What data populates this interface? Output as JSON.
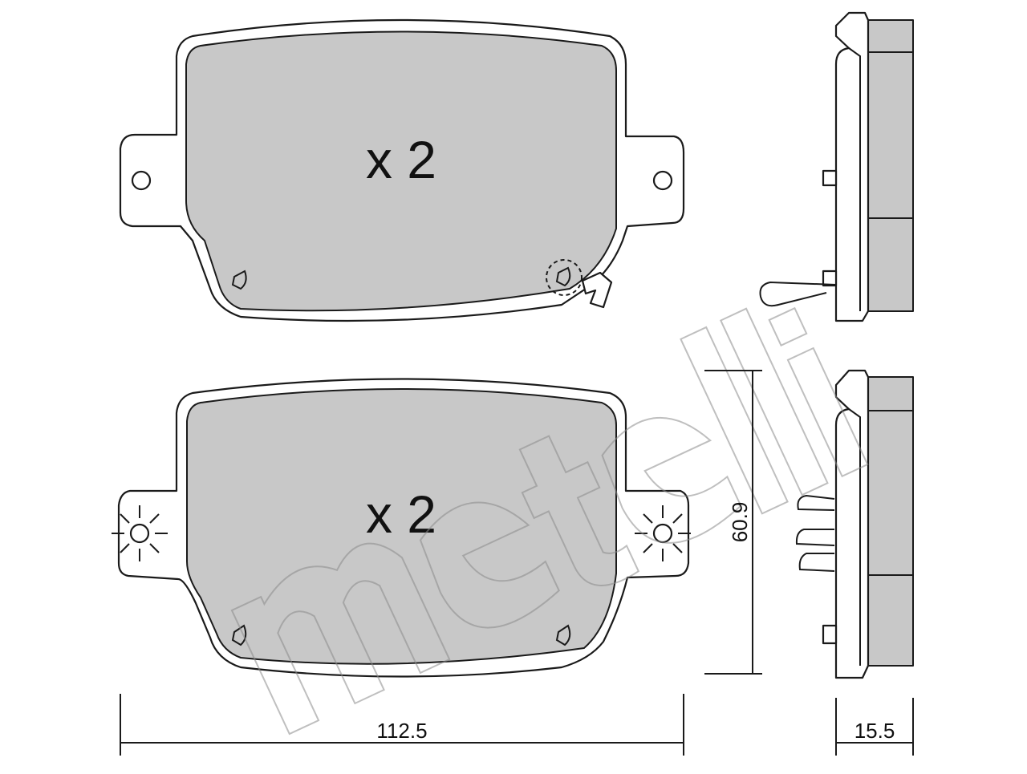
{
  "watermark": {
    "brand": "metelli"
  },
  "pads": {
    "top_quantity": "x 2",
    "bottom_quantity": "x 2"
  },
  "dimensions": {
    "width": "112.5",
    "height": "60.9",
    "thickness": "15.5"
  },
  "colors": {
    "friction_fill": "#c8c8c8",
    "line": "#1a1a1a",
    "watermark": "#8a8a8a"
  }
}
